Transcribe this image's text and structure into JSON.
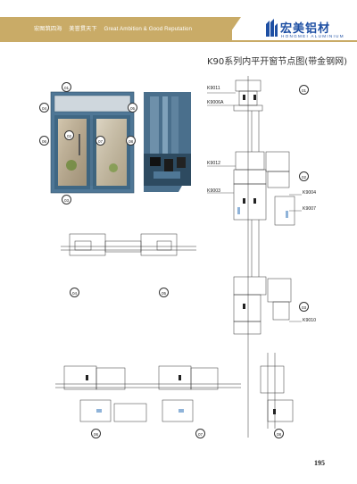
{
  "header": {
    "slogan": [
      "宏图筑四海",
      "美誉贯天下",
      "Great Ambition & Good Reputation"
    ],
    "logo_cn": "宏美铝材",
    "logo_en": "HONGMEI ALUMINIUM"
  },
  "title": "K90系列内平开窗节点图(带金钢网)",
  "callouts": {
    "c01": "01",
    "c02": "02",
    "c03": "03",
    "c04": "04",
    "c05": "05",
    "c06": "06",
    "c07": "07",
    "c08": "08"
  },
  "profiles": {
    "k9011": "K9011",
    "k9006a": "K9006A",
    "k9012": "K9012",
    "k9003": "K9003",
    "k9004": "K9004",
    "k9007": "K9007",
    "k9010": "K9010"
  },
  "detail_callouts": {
    "d01": "01",
    "d02": "02",
    "d03": "03",
    "d04": "04",
    "d05": "05",
    "d06": "06",
    "d07": "07",
    "d08": "08"
  },
  "colors": {
    "brand": "#1e4fa3",
    "gold": "#c9ab67",
    "frame": "#4f7796"
  },
  "page_number": "195"
}
